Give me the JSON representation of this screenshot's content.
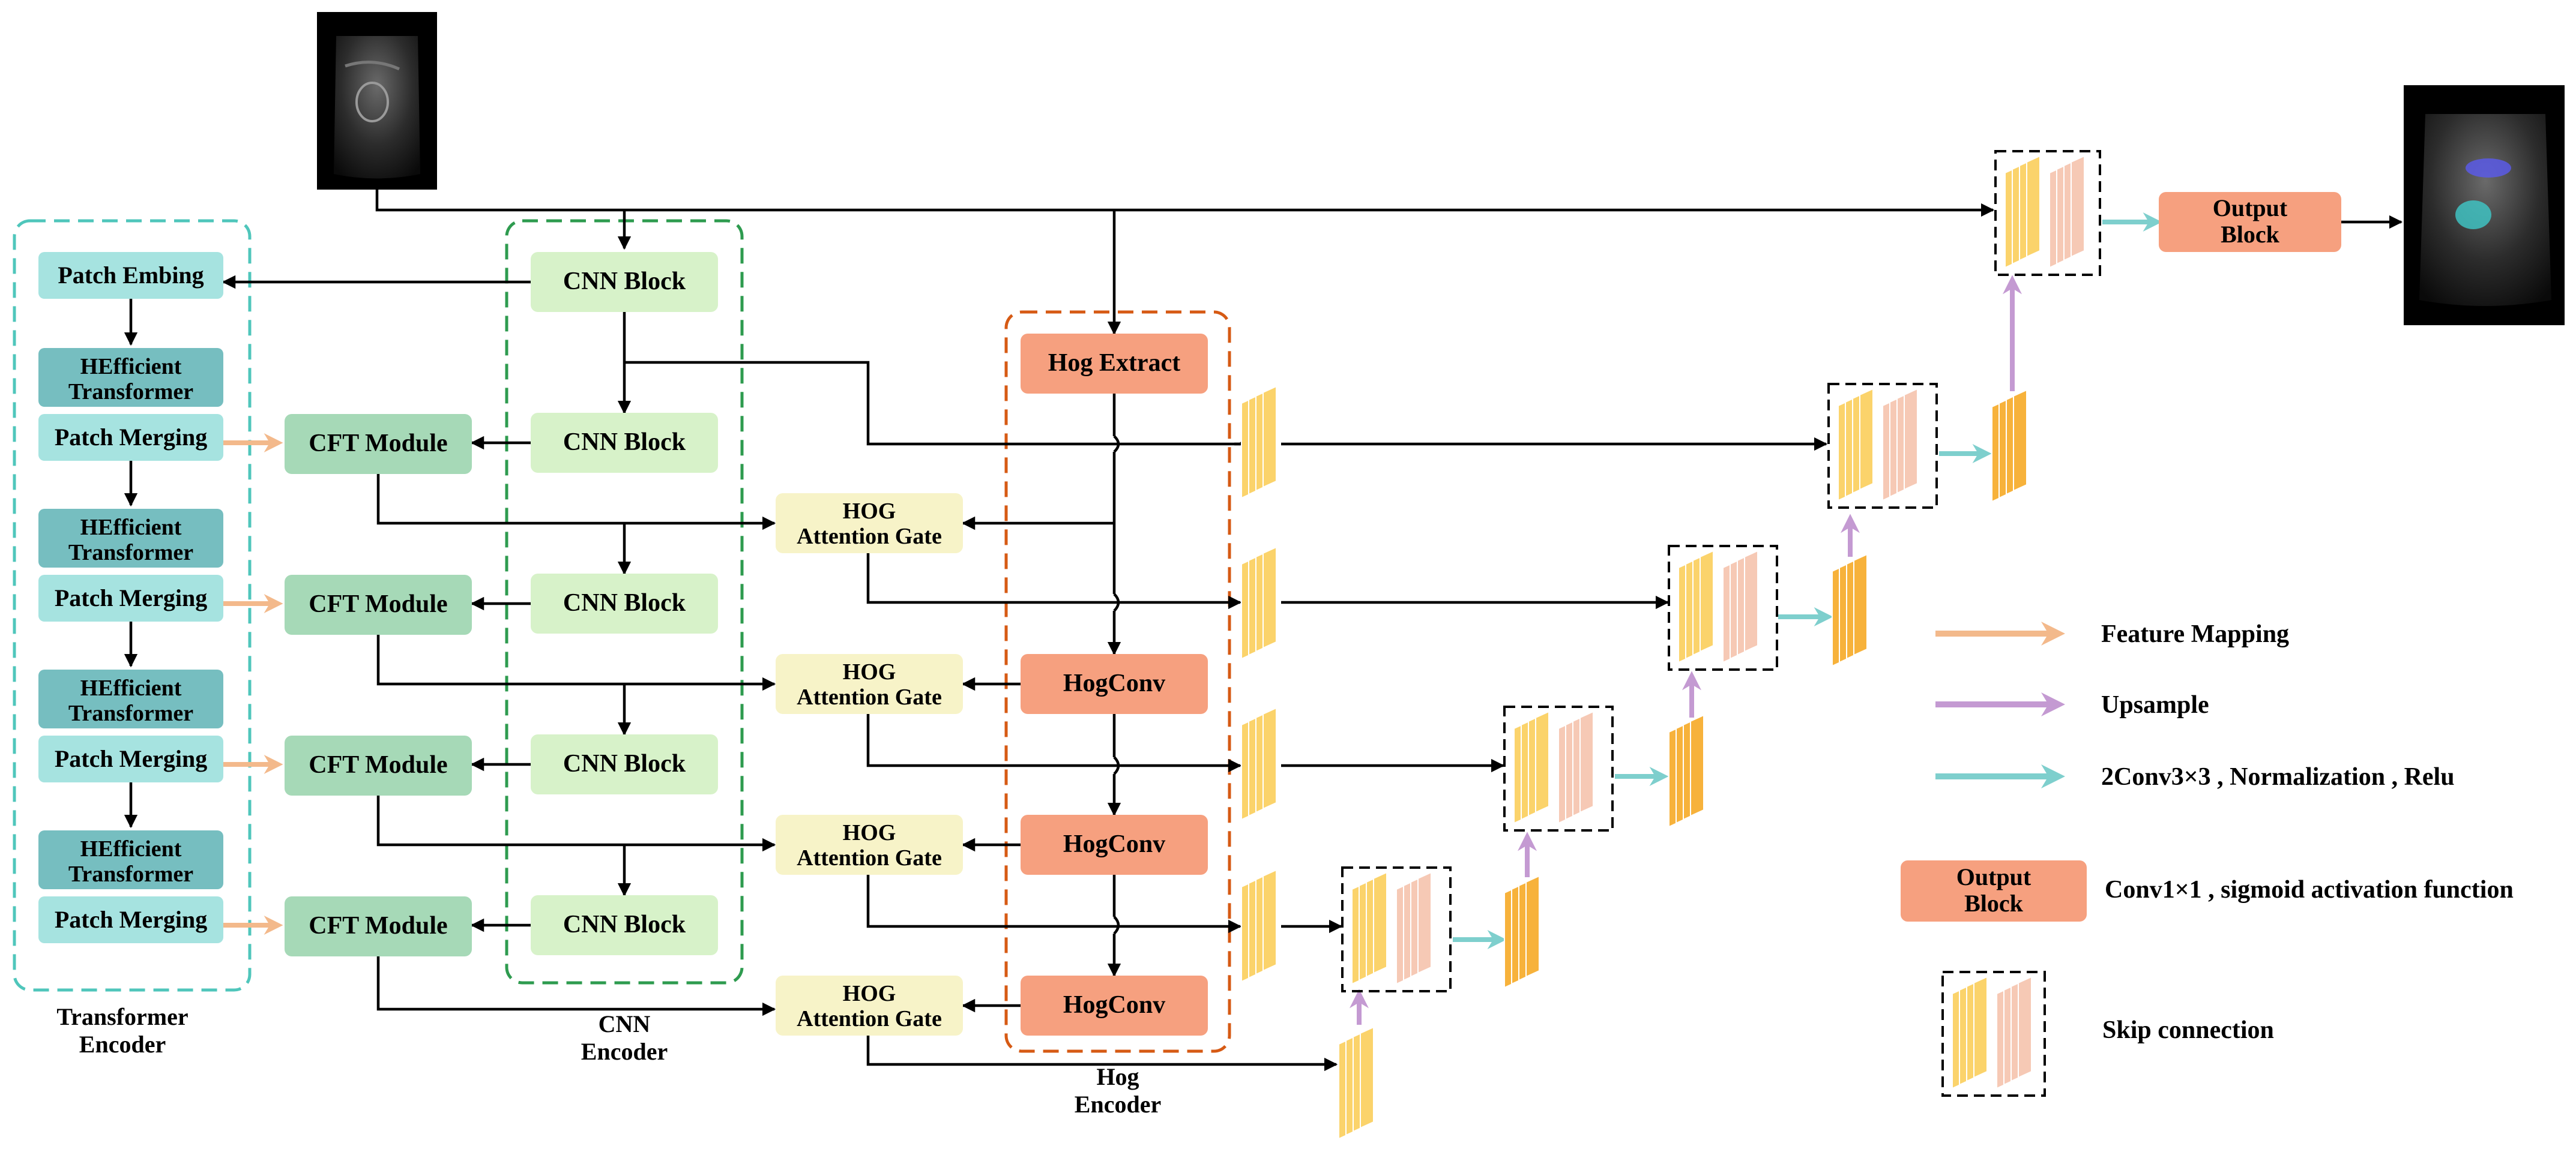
{
  "colors": {
    "patch": "#a6e3e0",
    "heff": "#76bec0",
    "cft": "#a6d9b7",
    "cnn": "#d7f2c9",
    "hog_gate": "#f7f3c8",
    "hog_op": "#f6a07f",
    "transformer_border": "#4fc6bb",
    "cnn_border": "#2e9b4f",
    "hog_border": "#d65a14",
    "feature_mapping": "#f3b98b",
    "upsample": "#c49ad2",
    "conv": "#7ecfcd",
    "feat_light": "#fbd36b",
    "feat_pink": "#f6c9b5",
    "feat_orange": "#f7b23b"
  },
  "transformer": {
    "patch_embed": "Patch Embing",
    "heff_line1": "HEfficient",
    "heff_line2": "Transformer",
    "merging": "Patch Merging",
    "title_line1": "Transformer",
    "title_line2": "Encoder"
  },
  "cft": {
    "label": "CFT Module"
  },
  "cnn": {
    "label": "CNN Block",
    "title_line1": "CNN",
    "title_line2": "Encoder"
  },
  "hog": {
    "extract": "Hog Extract",
    "conv": "HogConv",
    "gate_line1": "HOG",
    "gate_line2": "Attention Gate",
    "title_line1": "Hog",
    "title_line2": "Encoder"
  },
  "output": {
    "line1": "Output",
    "line2": "Block"
  },
  "legend": {
    "feature_mapping": "Feature Mapping",
    "upsample": "Upsample",
    "conv": "2Conv3×3 , Normalization , Relu",
    "output_line1": "Output",
    "output_line2": "Block",
    "output_desc": "Conv1×1 , sigmoid activation function",
    "skip": "Skip connection"
  }
}
